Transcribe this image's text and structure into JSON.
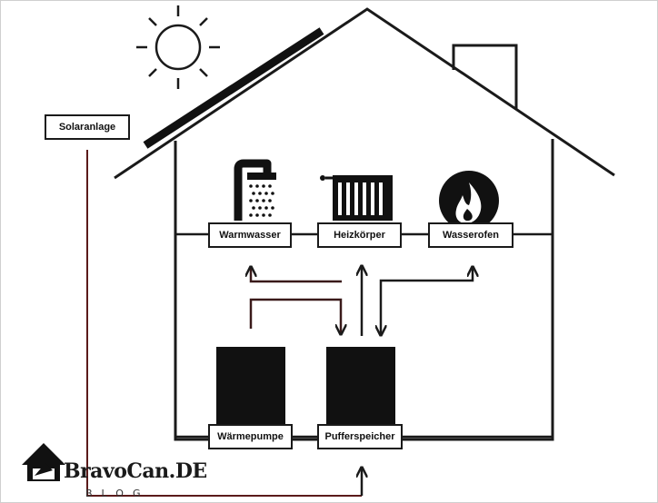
{
  "labels": {
    "solar": "Solaranlage",
    "hot_water": "Warmwasser",
    "radiator": "Heizkörper",
    "stove": "Wasserofen",
    "heat_pump": "Wärmepumpe",
    "buffer_tank": "Pufferspeicher"
  },
  "brand": {
    "name": "BravoCan.DE",
    "sub": "BLOG"
  },
  "icons": [
    "sun-icon",
    "shower-icon",
    "radiator-icon",
    "flame-icon",
    "brand-logo-icon"
  ],
  "colors": {
    "line": "#1a1a1a",
    "pipe": "#5a1a1a",
    "fill": "#111111",
    "background": "#ffffff"
  }
}
